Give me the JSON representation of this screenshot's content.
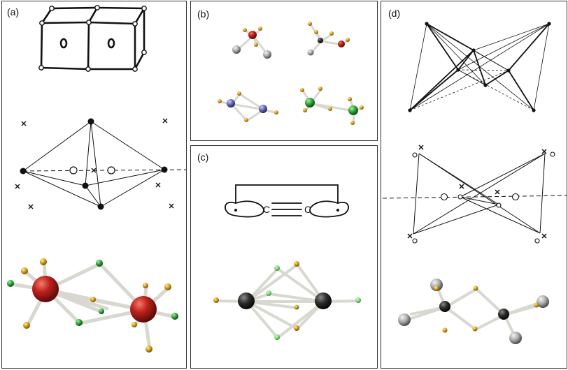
{
  "panels": {
    "a": {
      "label": "(a)"
    },
    "b": {
      "label": "(b)"
    },
    "c": {
      "label": "(c)",
      "atom_left": "C",
      "atom_right": "C"
    },
    "d": {
      "label": "(d)"
    }
  },
  "colors": {
    "red_atom": "#c0201c",
    "gold_atom": "#d9a018",
    "green_atom": "#2fa83a",
    "blue_atom": "#6a6ab8",
    "gray_atom": "#a8a8a8",
    "dark_atom": "#2c2c2c",
    "bond": "#d8d8d0"
  }
}
